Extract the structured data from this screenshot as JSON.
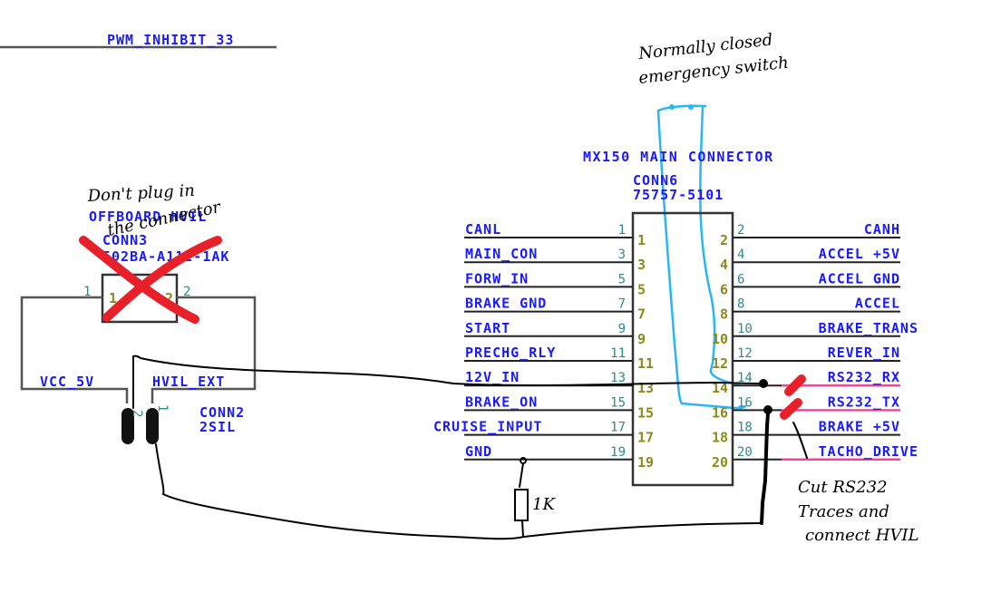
{
  "top_net": {
    "label": "PWM_INHIBIT_33"
  },
  "main_connector": {
    "title": "MX150 MAIN CONNECTOR",
    "refdes": "CONN6",
    "part": "75757-5101",
    "left_pins": [
      {
        "pin": "1",
        "net": "CANL"
      },
      {
        "pin": "3",
        "net": "MAIN_CON"
      },
      {
        "pin": "5",
        "net": "FORW_IN"
      },
      {
        "pin": "7",
        "net": "BRAKE GND"
      },
      {
        "pin": "9",
        "net": "START"
      },
      {
        "pin": "11",
        "net": "PRECHG_RLY"
      },
      {
        "pin": "13",
        "net": "12V_IN"
      },
      {
        "pin": "15",
        "net": "BRAKE_ON"
      },
      {
        "pin": "17",
        "net": "CRUISE_INPUT"
      },
      {
        "pin": "19",
        "net": "GND"
      }
    ],
    "right_pins": [
      {
        "pin": "2",
        "net": "CANH"
      },
      {
        "pin": "4",
        "net": "ACCEL +5V"
      },
      {
        "pin": "6",
        "net": "ACCEL GND"
      },
      {
        "pin": "8",
        "net": "ACCEL"
      },
      {
        "pin": "10",
        "net": "BRAKE_TRANS"
      },
      {
        "pin": "12",
        "net": "REVER_IN"
      },
      {
        "pin": "14",
        "net": "RS232_RX"
      },
      {
        "pin": "16",
        "net": "RS232_TX"
      },
      {
        "pin": "18",
        "net": "BRAKE +5V"
      },
      {
        "pin": "20",
        "net": "TACHO_DRIVE"
      }
    ]
  },
  "offboard_hvil": {
    "title": "OFFBOARD HVIL",
    "refdes": "CONN3",
    "part": "502BA-A112-1AK",
    "pin1": "1",
    "pin2": "2"
  },
  "conn2": {
    "refdes": "CONN2",
    "part": "2SIL",
    "left_net": "VCC_5V",
    "right_net": "HVIL_EXT",
    "pin_a": "2",
    "pin_b": "1"
  },
  "annotations": {
    "switch_note_line1": "Normally closed",
    "switch_note_line2": "emergency switch",
    "plug_note_line1": "Don't plug in",
    "plug_note_line2": "the connector",
    "resistor_value": "1K",
    "cut_note_line1": "Cut RS232",
    "cut_note_line2": "Traces and",
    "cut_note_line3": "connect HVIL"
  },
  "colors": {
    "net_label": "#1a1aff",
    "annotation_cyan": "#29b6f6",
    "strike_red": "#e8202a"
  }
}
